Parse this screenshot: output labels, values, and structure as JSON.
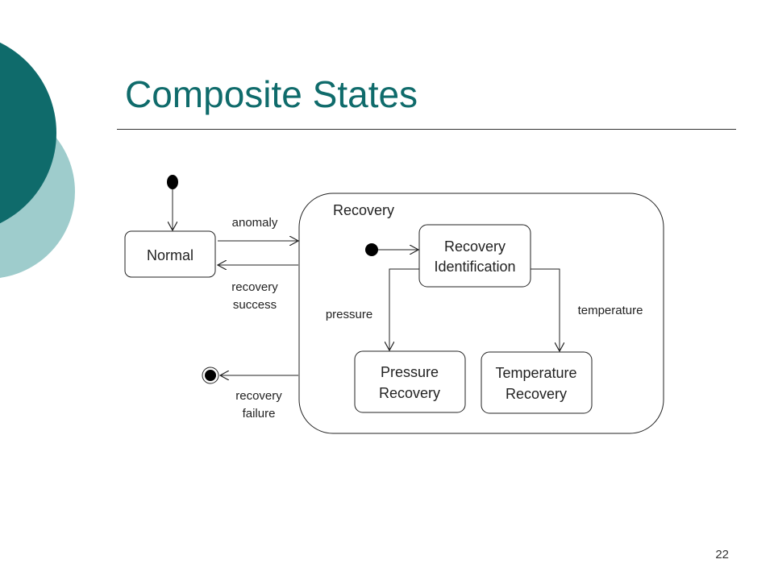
{
  "slide": {
    "title": "Composite States",
    "page_number": "22",
    "accent_colors": {
      "dark_teal": "#0f6b6b",
      "light_teal": "#9ecccc",
      "title": "#0f6b6b"
    }
  },
  "diagram": {
    "states": {
      "normal": "Normal",
      "recovery_composite": "Recovery",
      "recovery_identification": [
        "Recovery",
        "Identification"
      ],
      "pressure_recovery": [
        "Pressure",
        "Recovery"
      ],
      "temperature_recovery": [
        "Temperature",
        "Recovery"
      ]
    },
    "transitions": {
      "anomaly": "anomaly",
      "recovery_success": [
        "recovery",
        "success"
      ],
      "recovery_failure": [
        "recovery",
        "failure"
      ],
      "pressure": "pressure",
      "temperature": "temperature"
    }
  }
}
